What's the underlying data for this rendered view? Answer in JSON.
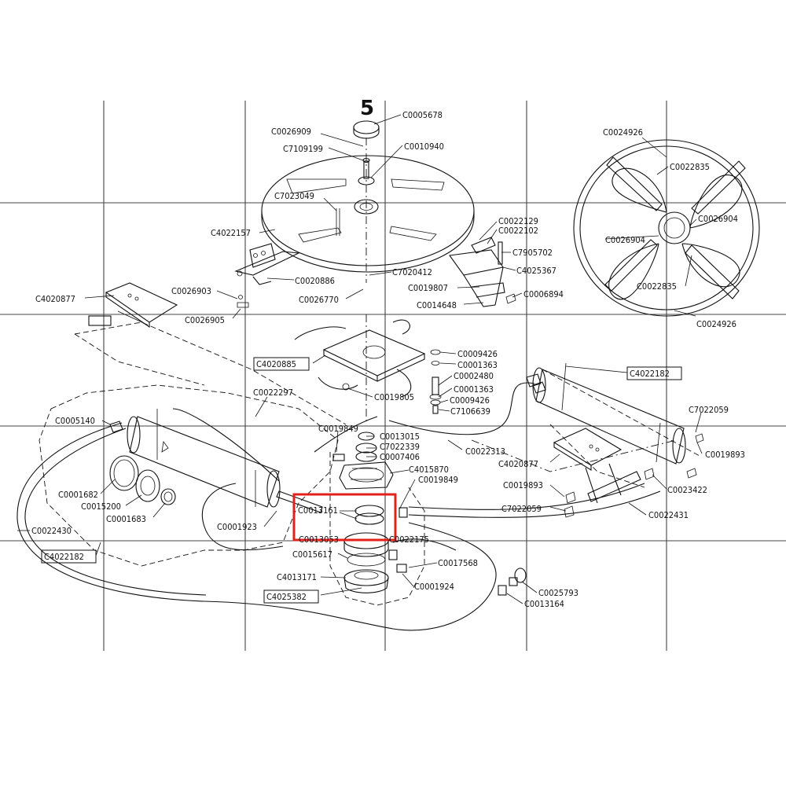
{
  "page_number": "5",
  "highlight_color": "#e32119",
  "labels": [
    {
      "id": "C0005678",
      "text": "C0005678"
    },
    {
      "id": "C0026909",
      "text": "C0026909"
    },
    {
      "id": "C7109199",
      "text": "C7109199"
    },
    {
      "id": "C0010940",
      "text": "C0010940"
    },
    {
      "id": "C7023049",
      "text": "C7023049"
    },
    {
      "id": "C4022157",
      "text": "C4022157"
    },
    {
      "id": "C0022129",
      "text": "C0022129"
    },
    {
      "id": "C0022102",
      "text": "C0022102"
    },
    {
      "id": "C7905702",
      "text": "C7905702"
    },
    {
      "id": "C4025367",
      "text": "C4025367"
    },
    {
      "id": "C7020412",
      "text": "C7020412"
    },
    {
      "id": "C0020886",
      "text": "C0020886"
    },
    {
      "id": "C0026770",
      "text": "C0026770"
    },
    {
      "id": "C0019807",
      "text": "C0019807"
    },
    {
      "id": "C0006894",
      "text": "C0006894"
    },
    {
      "id": "C0014648",
      "text": "C0014648"
    },
    {
      "id": "C4020877a",
      "text": "C4020877"
    },
    {
      "id": "C0026903",
      "text": "C0026903"
    },
    {
      "id": "C0026905",
      "text": "C0026905"
    },
    {
      "id": "C0024926a",
      "text": "C0024926"
    },
    {
      "id": "C0022835a",
      "text": "C0022835"
    },
    {
      "id": "C0026904a",
      "text": "C0026904"
    },
    {
      "id": "C0026904b",
      "text": "C0026904"
    },
    {
      "id": "C0022835b",
      "text": "C0022835"
    },
    {
      "id": "C0024926b",
      "text": "C0024926"
    },
    {
      "id": "C0009426a",
      "text": "C0009426"
    },
    {
      "id": "C0001363a",
      "text": "C0001363"
    },
    {
      "id": "C4020885",
      "text": "C4020885"
    },
    {
      "id": "C0002480",
      "text": "C0002480"
    },
    {
      "id": "C0001363b",
      "text": "C0001363"
    },
    {
      "id": "C0009426b",
      "text": "C0009426"
    },
    {
      "id": "C7106639",
      "text": "C7106639"
    },
    {
      "id": "C0019805",
      "text": "C0019805"
    },
    {
      "id": "C4022182a",
      "text": "C4022182"
    },
    {
      "id": "C0022297",
      "text": "C0022297"
    },
    {
      "id": "C0005140",
      "text": "C0005140"
    },
    {
      "id": "C0019849a",
      "text": "C0019849"
    },
    {
      "id": "C0013015",
      "text": "C0013015"
    },
    {
      "id": "C7022339",
      "text": "C7022339"
    },
    {
      "id": "C0007406",
      "text": "C0007406"
    },
    {
      "id": "C0022313",
      "text": "C0022313"
    },
    {
      "id": "C7022059a",
      "text": "C7022059"
    },
    {
      "id": "C0019893a",
      "text": "C0019893"
    },
    {
      "id": "C4015870",
      "text": "C4015870"
    },
    {
      "id": "C0019849b",
      "text": "C0019849"
    },
    {
      "id": "C4020877b",
      "text": "C4020877"
    },
    {
      "id": "C0001682",
      "text": "C0001682"
    },
    {
      "id": "C0015200",
      "text": "C0015200"
    },
    {
      "id": "C0001683",
      "text": "C0001683"
    },
    {
      "id": "C0013161",
      "text": "C0013161"
    },
    {
      "id": "C0019893b",
      "text": "C0019893"
    },
    {
      "id": "C0023422",
      "text": "C0023422"
    },
    {
      "id": "C7022059b",
      "text": "C7022059"
    },
    {
      "id": "C0022431",
      "text": "C0022431"
    },
    {
      "id": "C0001923",
      "text": "C0001923"
    },
    {
      "id": "C0022430",
      "text": "C0022430"
    },
    {
      "id": "C0013053",
      "text": "C0013053"
    },
    {
      "id": "C0022175",
      "text": "C0022175"
    },
    {
      "id": "C4022182b",
      "text": "C4022182"
    },
    {
      "id": "C0015617",
      "text": "C0015617"
    },
    {
      "id": "C0017568",
      "text": "C0017568"
    },
    {
      "id": "C4013171",
      "text": "C4013171"
    },
    {
      "id": "C0001924",
      "text": "C0001924"
    },
    {
      "id": "C4025382",
      "text": "C4025382"
    },
    {
      "id": "C0025793",
      "text": "C0025793"
    },
    {
      "id": "C0013164",
      "text": "C0013164"
    }
  ]
}
